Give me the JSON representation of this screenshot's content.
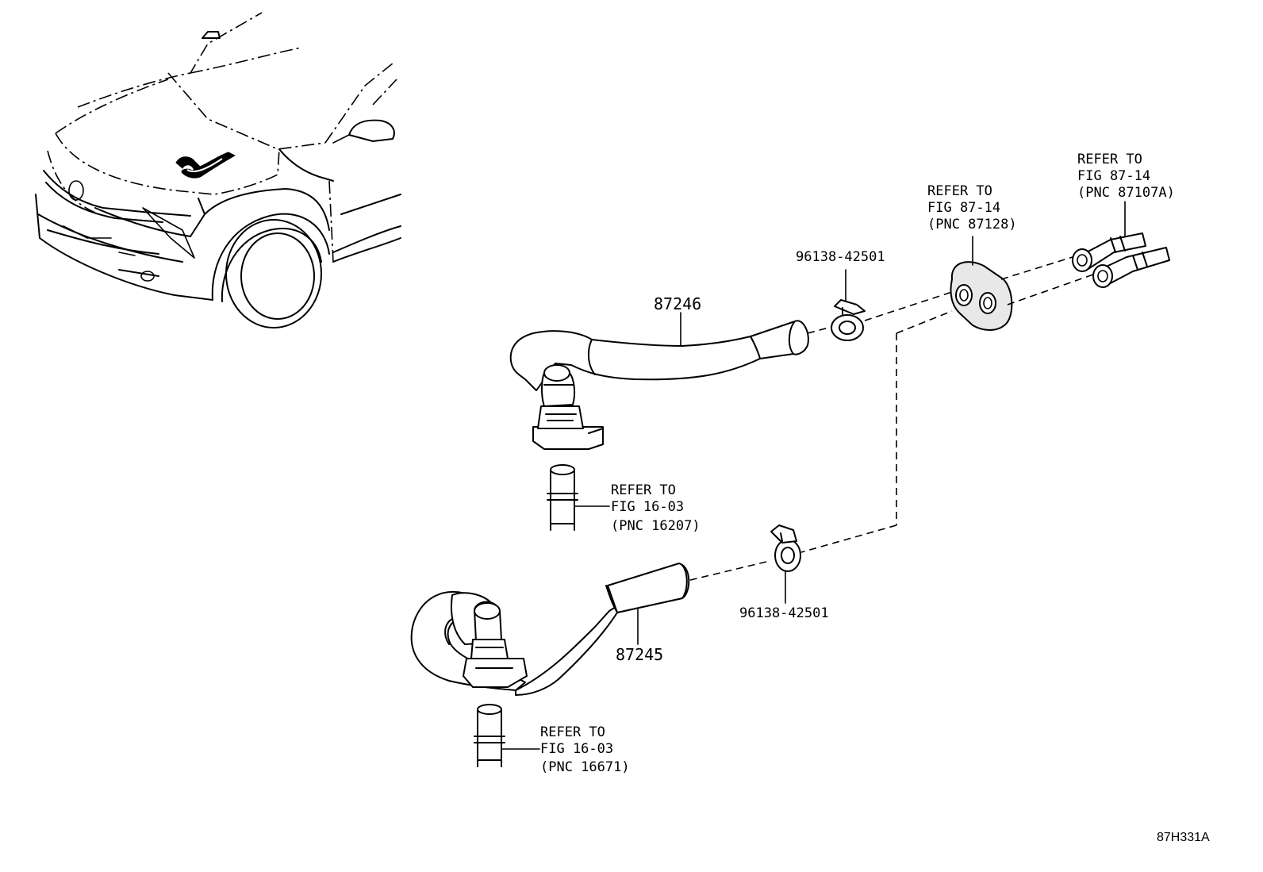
{
  "diagram_code": "87H331A",
  "parts": [
    {
      "id": "hose-87246",
      "label": "87246"
    },
    {
      "id": "hose-87245",
      "label": "87245"
    },
    {
      "id": "clamp-upper",
      "label": "96138-42501"
    },
    {
      "id": "clamp-lower",
      "label": "96138-42501"
    }
  ],
  "references": [
    {
      "id": "ref-87107a",
      "lines": [
        "REFER TO",
        "FIG 87-14",
        "(PNC 87107A)"
      ]
    },
    {
      "id": "ref-87128",
      "lines": [
        "REFER TO",
        "FIG 87-14",
        "(PNC 87128)"
      ]
    },
    {
      "id": "ref-16207",
      "lines": [
        "REFER TO",
        "FIG 16-03",
        "(PNC 16207)"
      ]
    },
    {
      "id": "ref-16671",
      "lines": [
        "REFER TO",
        "FIG 16-03",
        "(PNC 16671)"
      ]
    }
  ],
  "colors": {
    "line": "#000000",
    "background": "#ffffff"
  }
}
